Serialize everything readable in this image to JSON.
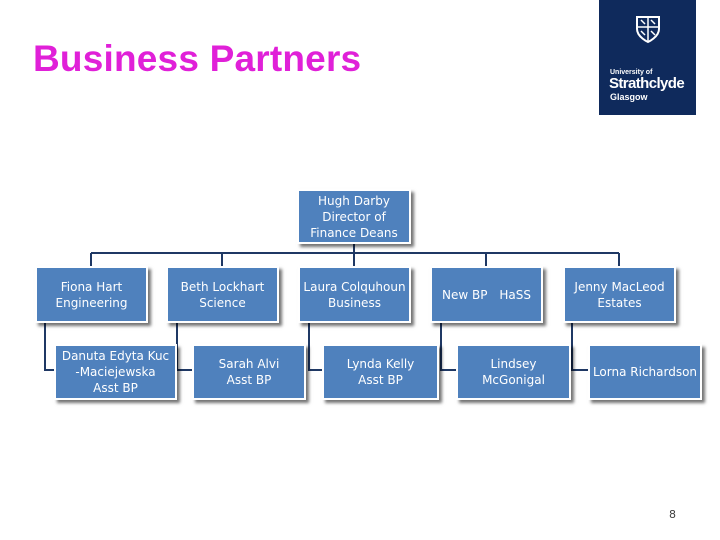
{
  "title": "Business Partners",
  "logo": {
    "line1": "University of",
    "line2": "Strathclyde",
    "line3": "Glasgow"
  },
  "org": {
    "root": {
      "text": "Hugh Darby\nDirector of\nFinance Deans"
    },
    "partners": [
      {
        "id": "fiona",
        "text": "Fiona Hart\nEngineering"
      },
      {
        "id": "beth",
        "text": "Beth Lockhart\nScience"
      },
      {
        "id": "laura",
        "text": "Laura Colquhoun\nBusiness"
      },
      {
        "id": "newbp",
        "left": "New BP",
        "right": "HaSS"
      },
      {
        "id": "jenny",
        "text": "Jenny MacLeod\nEstates"
      }
    ],
    "assistants": [
      {
        "id": "danuta",
        "text": "Danuta Edyta Kuc\n-Maciejewska\nAsst BP"
      },
      {
        "id": "sarah",
        "text": "Sarah Alvi\nAsst BP"
      },
      {
        "id": "lynda",
        "text": "Lynda Kelly\nAsst BP"
      },
      {
        "id": "lindsey",
        "text": "Lindsey\nMcGonigal"
      },
      {
        "id": "lorna",
        "text": "Lorna Richardson"
      }
    ]
  },
  "colors": {
    "title": "#e020d8",
    "box": "#4f81bd",
    "line": "#1f3864",
    "logo_bg": "#0f2a5c"
  },
  "page_number": "8"
}
